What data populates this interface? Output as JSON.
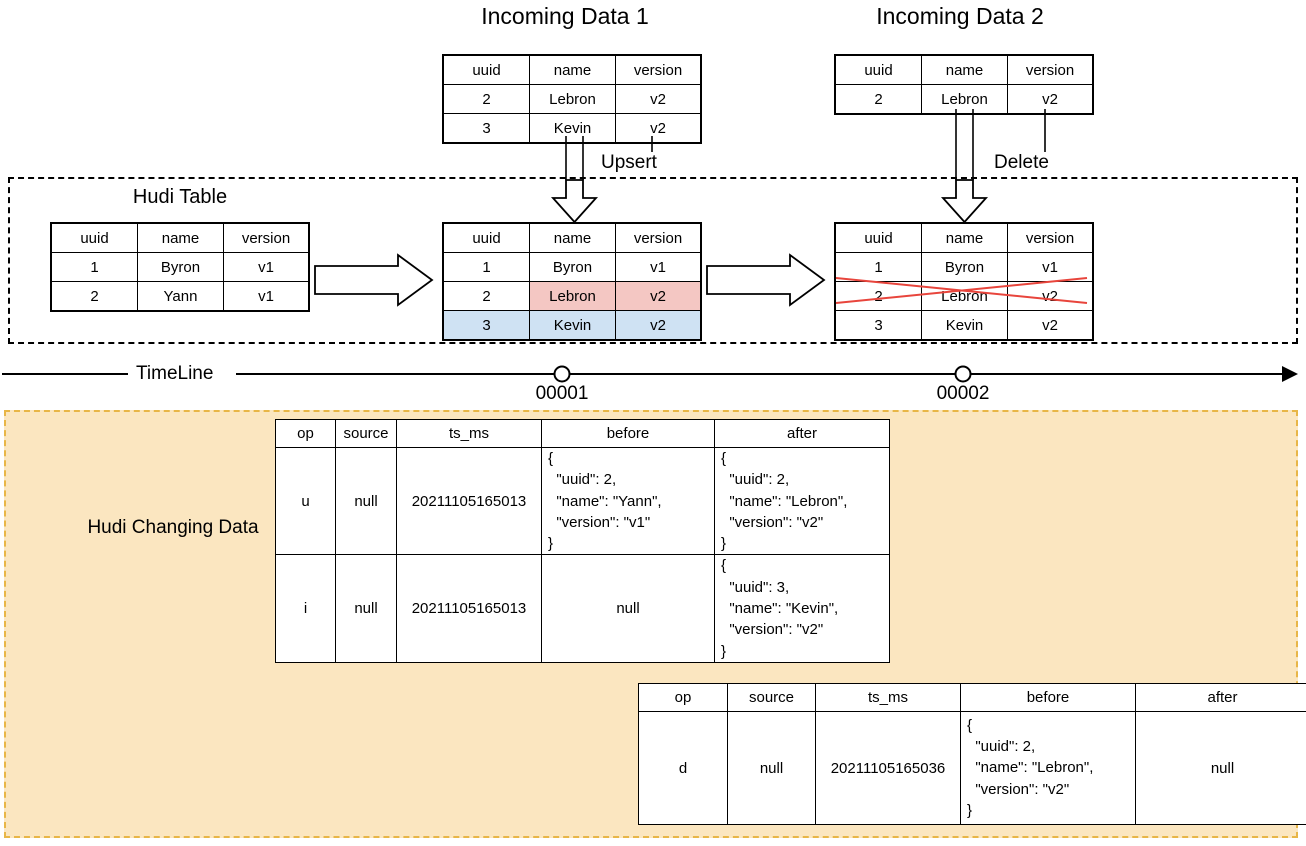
{
  "titles": {
    "incoming1": "Incoming Data 1",
    "incoming2": "Incoming Data 2",
    "hudi_table": "Hudi Table",
    "changing_data": "Hudi Changing Data",
    "timeline": "TimeLine"
  },
  "operations": {
    "upsert": "Upsert",
    "delete": "Delete"
  },
  "timeline": {
    "markers": [
      {
        "label": "00001"
      },
      {
        "label": "00002"
      }
    ]
  },
  "schema": {
    "columns": [
      "uuid",
      "name",
      "version"
    ]
  },
  "tables": {
    "incoming1": {
      "columns": [
        "uuid",
        "name",
        "version"
      ],
      "rows": [
        {
          "uuid": "2",
          "name": "Lebron",
          "version": "v2"
        },
        {
          "uuid": "3",
          "name": "Kevin",
          "version": "v2"
        }
      ]
    },
    "incoming2": {
      "columns": [
        "uuid",
        "name",
        "version"
      ],
      "rows": [
        {
          "uuid": "2",
          "name": "Lebron",
          "version": "v2"
        }
      ]
    },
    "hudi_initial": {
      "columns": [
        "uuid",
        "name",
        "version"
      ],
      "rows": [
        {
          "uuid": "1",
          "name": "Byron",
          "version": "v1"
        },
        {
          "uuid": "2",
          "name": "Yann",
          "version": "v1"
        }
      ]
    },
    "hudi_after_upsert": {
      "columns": [
        "uuid",
        "name",
        "version"
      ],
      "rows": [
        {
          "uuid": "1",
          "name": "Byron",
          "version": "v1"
        },
        {
          "uuid": "2",
          "name": "Lebron",
          "version": "v2"
        },
        {
          "uuid": "3",
          "name": "Kevin",
          "version": "v2"
        }
      ]
    },
    "hudi_after_delete": {
      "columns": [
        "uuid",
        "name",
        "version"
      ],
      "rows": [
        {
          "uuid": "1",
          "name": "Byron",
          "version": "v1"
        },
        {
          "uuid": "2",
          "name": "Lebron",
          "version": "v2"
        },
        {
          "uuid": "3",
          "name": "Kevin",
          "version": "v2"
        }
      ]
    }
  },
  "cdc": {
    "columns": [
      "op",
      "source",
      "ts_ms",
      "before",
      "after"
    ],
    "table1": {
      "columns": [
        "op",
        "source",
        "ts_ms",
        "before",
        "after"
      ],
      "rows": [
        {
          "op": "u",
          "source": "null",
          "ts_ms": "20211105165013",
          "before": "{\n  \"uuid\": 2,\n  \"name\": \"Yann\",\n  \"version\": \"v1\"\n}",
          "after": "{\n  \"uuid\": 2,\n  \"name\": \"Lebron\",\n  \"version\": \"v2\"\n}"
        },
        {
          "op": "i",
          "source": "null",
          "ts_ms": "20211105165013",
          "before": "null",
          "after": "{\n  \"uuid\": 3,\n  \"name\": \"Kevin\",\n  \"version\": \"v2\"\n}"
        }
      ]
    },
    "table2": {
      "columns": [
        "op",
        "source",
        "ts_ms",
        "before",
        "after"
      ],
      "rows": [
        {
          "op": "d",
          "source": "null",
          "ts_ms": "20211105165036",
          "before": "{\n  \"uuid\": 2,\n  \"name\": \"Lebron\",\n  \"version\": \"v2\"\n}",
          "after": "null"
        }
      ]
    }
  },
  "colors": {
    "highlight_updated": "#f4c7c3",
    "highlight_inserted": "#cfe2f3",
    "delete_stroke": "#e8453c",
    "changing_data_bg": "#fbe6c0",
    "changing_data_border": "#e8b647"
  }
}
